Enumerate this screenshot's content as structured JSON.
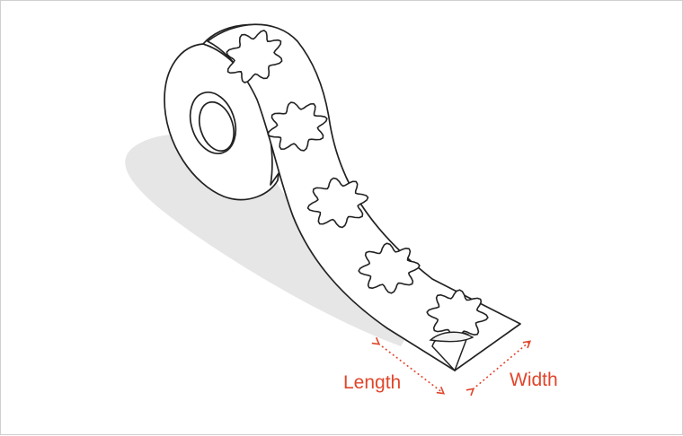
{
  "diagram": {
    "labels": {
      "length": "Length",
      "width": "Width"
    },
    "colors": {
      "accent": "#e0452b",
      "outline": "#222222",
      "shadow": "#e6e6e6",
      "border": "#cfcfcf"
    },
    "sticker_count": 5
  }
}
